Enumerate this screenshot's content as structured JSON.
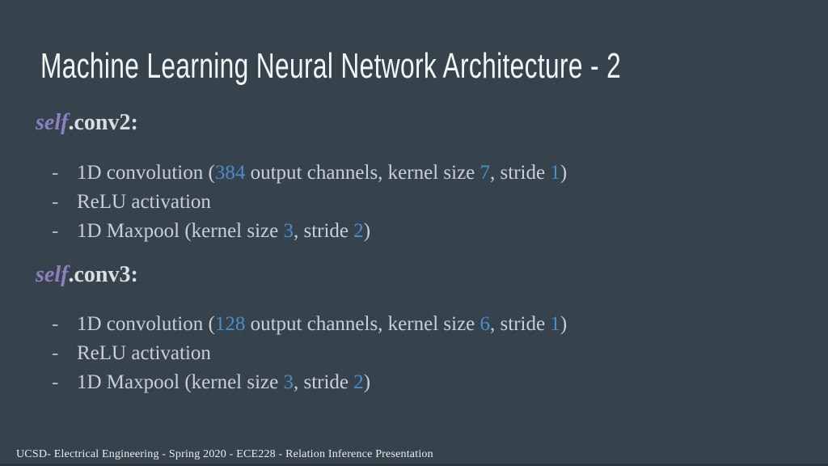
{
  "slide": {
    "title": "Machine Learning Neural Network Architecture - 2",
    "sections": [
      {
        "heading_prefix": "self",
        "heading_rest": ".conv2:",
        "bullets": [
          {
            "segments": [
              {
                "t": "1D convolution ("
              },
              {
                "t": "384",
                "n": true
              },
              {
                "t": " output channels, kernel size "
              },
              {
                "t": "7",
                "n": true
              },
              {
                "t": ", stride "
              },
              {
                "t": "1",
                "n": true
              },
              {
                "t": ")"
              }
            ]
          },
          {
            "segments": [
              {
                "t": "ReLU activation"
              }
            ]
          },
          {
            "segments": [
              {
                "t": "1D Maxpool (kernel size "
              },
              {
                "t": "3",
                "n": true
              },
              {
                "t": ", stride "
              },
              {
                "t": "2",
                "n": true
              },
              {
                "t": ")"
              }
            ]
          }
        ]
      },
      {
        "heading_prefix": "self",
        "heading_rest": ".conv3:",
        "bullets": [
          {
            "segments": [
              {
                "t": "1D convolution ("
              },
              {
                "t": "128",
                "n": true
              },
              {
                "t": " output channels, kernel size "
              },
              {
                "t": "6",
                "n": true
              },
              {
                "t": ", stride "
              },
              {
                "t": "1",
                "n": true
              },
              {
                "t": ")"
              }
            ]
          },
          {
            "segments": [
              {
                "t": "ReLU activation"
              }
            ]
          },
          {
            "segments": [
              {
                "t": "1D Maxpool (kernel size "
              },
              {
                "t": "3",
                "n": true
              },
              {
                "t": ", stride "
              },
              {
                "t": "2",
                "n": true
              },
              {
                "t": ")"
              }
            ]
          }
        ]
      }
    ],
    "bullet_marker": "-",
    "footer": "UCSD- Electrical Engineering - Spring 2020 - ECE228 - Relation Inference Presentation"
  },
  "colors": {
    "background": "#36434D",
    "title_text": "#F2F5F6",
    "heading_self_purple": "#8C80BE",
    "heading_rest_gray": "#D8DEE3",
    "body_text": "#C7D0D6",
    "number_blue": "#4C8CC9",
    "footer_text": "#E9EEF1",
    "bottom_edge": "#2B353D"
  }
}
